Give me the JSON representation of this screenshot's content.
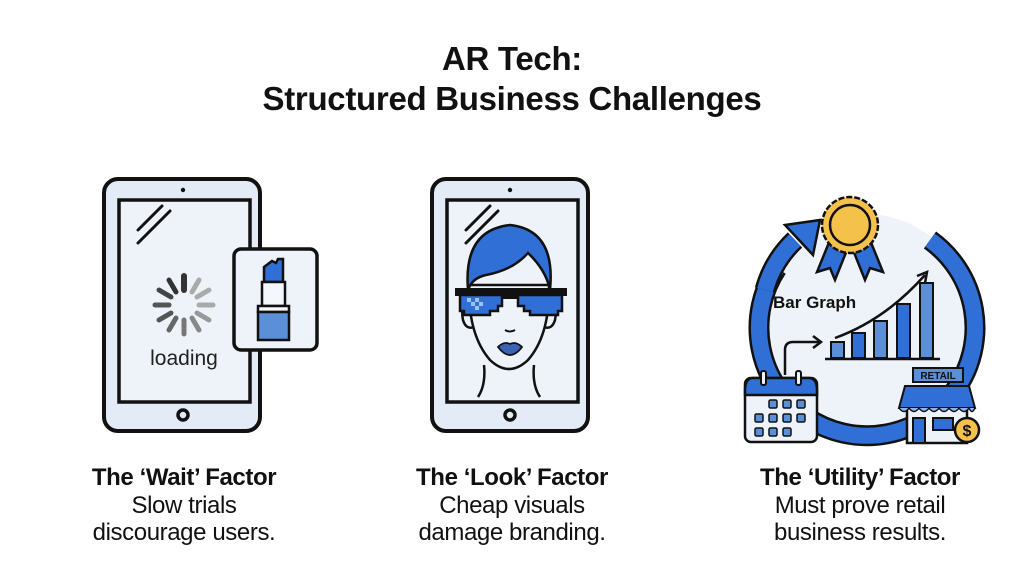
{
  "title": {
    "line1": "AR Tech:",
    "line2": "Structured Business Challenges"
  },
  "colors": {
    "accent_blue": "#2f6fd6",
    "light_blue": "#5b8fd8",
    "screen_bg": "#eef3fa",
    "outline": "#111111",
    "gold": "#f4c24a"
  },
  "panels": [
    {
      "icon": "tablet-loading-icon",
      "screen_text": "loading",
      "heading": "The ‘Wait’ Factor",
      "body_line1": "Slow trials",
      "body_line2": "discourage users."
    },
    {
      "icon": "tablet-face-glasses-icon",
      "heading": "The ‘Look’ Factor",
      "body_line1": "Cheap visuals",
      "body_line2": "damage branding."
    },
    {
      "icon": "retail-growth-cycle-icon",
      "graph_label": "Bar Graph",
      "store_sign": "RETAIL",
      "currency_symbol": "$",
      "heading": "The ‘Utility’ Factor",
      "body_line1": "Must prove retail",
      "body_line2": "business results."
    }
  ]
}
